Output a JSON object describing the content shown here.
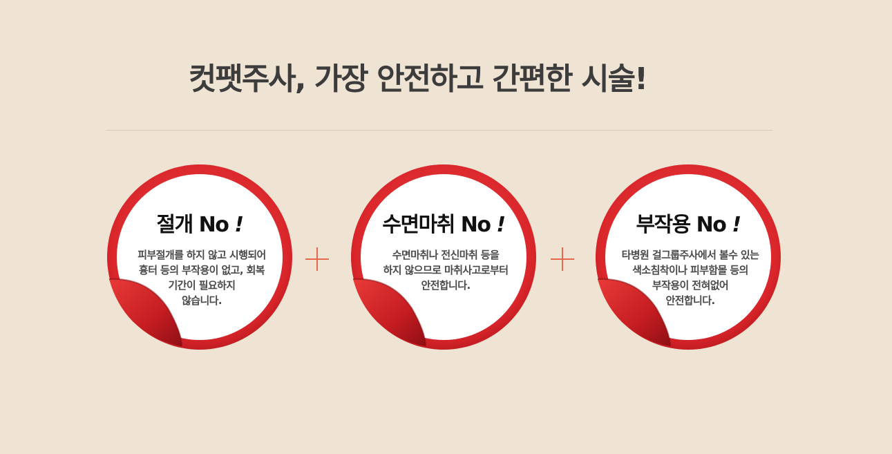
{
  "headline": "컷팻주사, 가장 안전하고 간편한 시술!",
  "badges": [
    {
      "title": "절개 No",
      "bang": "!",
      "lines": [
        "피부절개를 하지 않고 시행되어",
        "흉터 등의 부작용이 없고, 회복",
        "기간이 필요하지",
        "않습니다."
      ]
    },
    {
      "title": "수면마취 No",
      "bang": "!",
      "lines": [
        "수면마취나 전신마취 등을",
        "하지 않으므로 마취사고로부터",
        "안전합니다."
      ]
    },
    {
      "title": "부작용 No",
      "bang": "!",
      "lines": [
        "타병원 걸그룹주사에서 볼수 있는",
        "색소침착이나 피부함몰 등의",
        "부작용이 전혀없어",
        "안전합니다."
      ]
    }
  ],
  "colors": {
    "background": "#efe3d3",
    "accent_red": "#d9262b",
    "plus": "#e8684e"
  },
  "icons": [
    "plus-icon",
    "plus-icon"
  ]
}
